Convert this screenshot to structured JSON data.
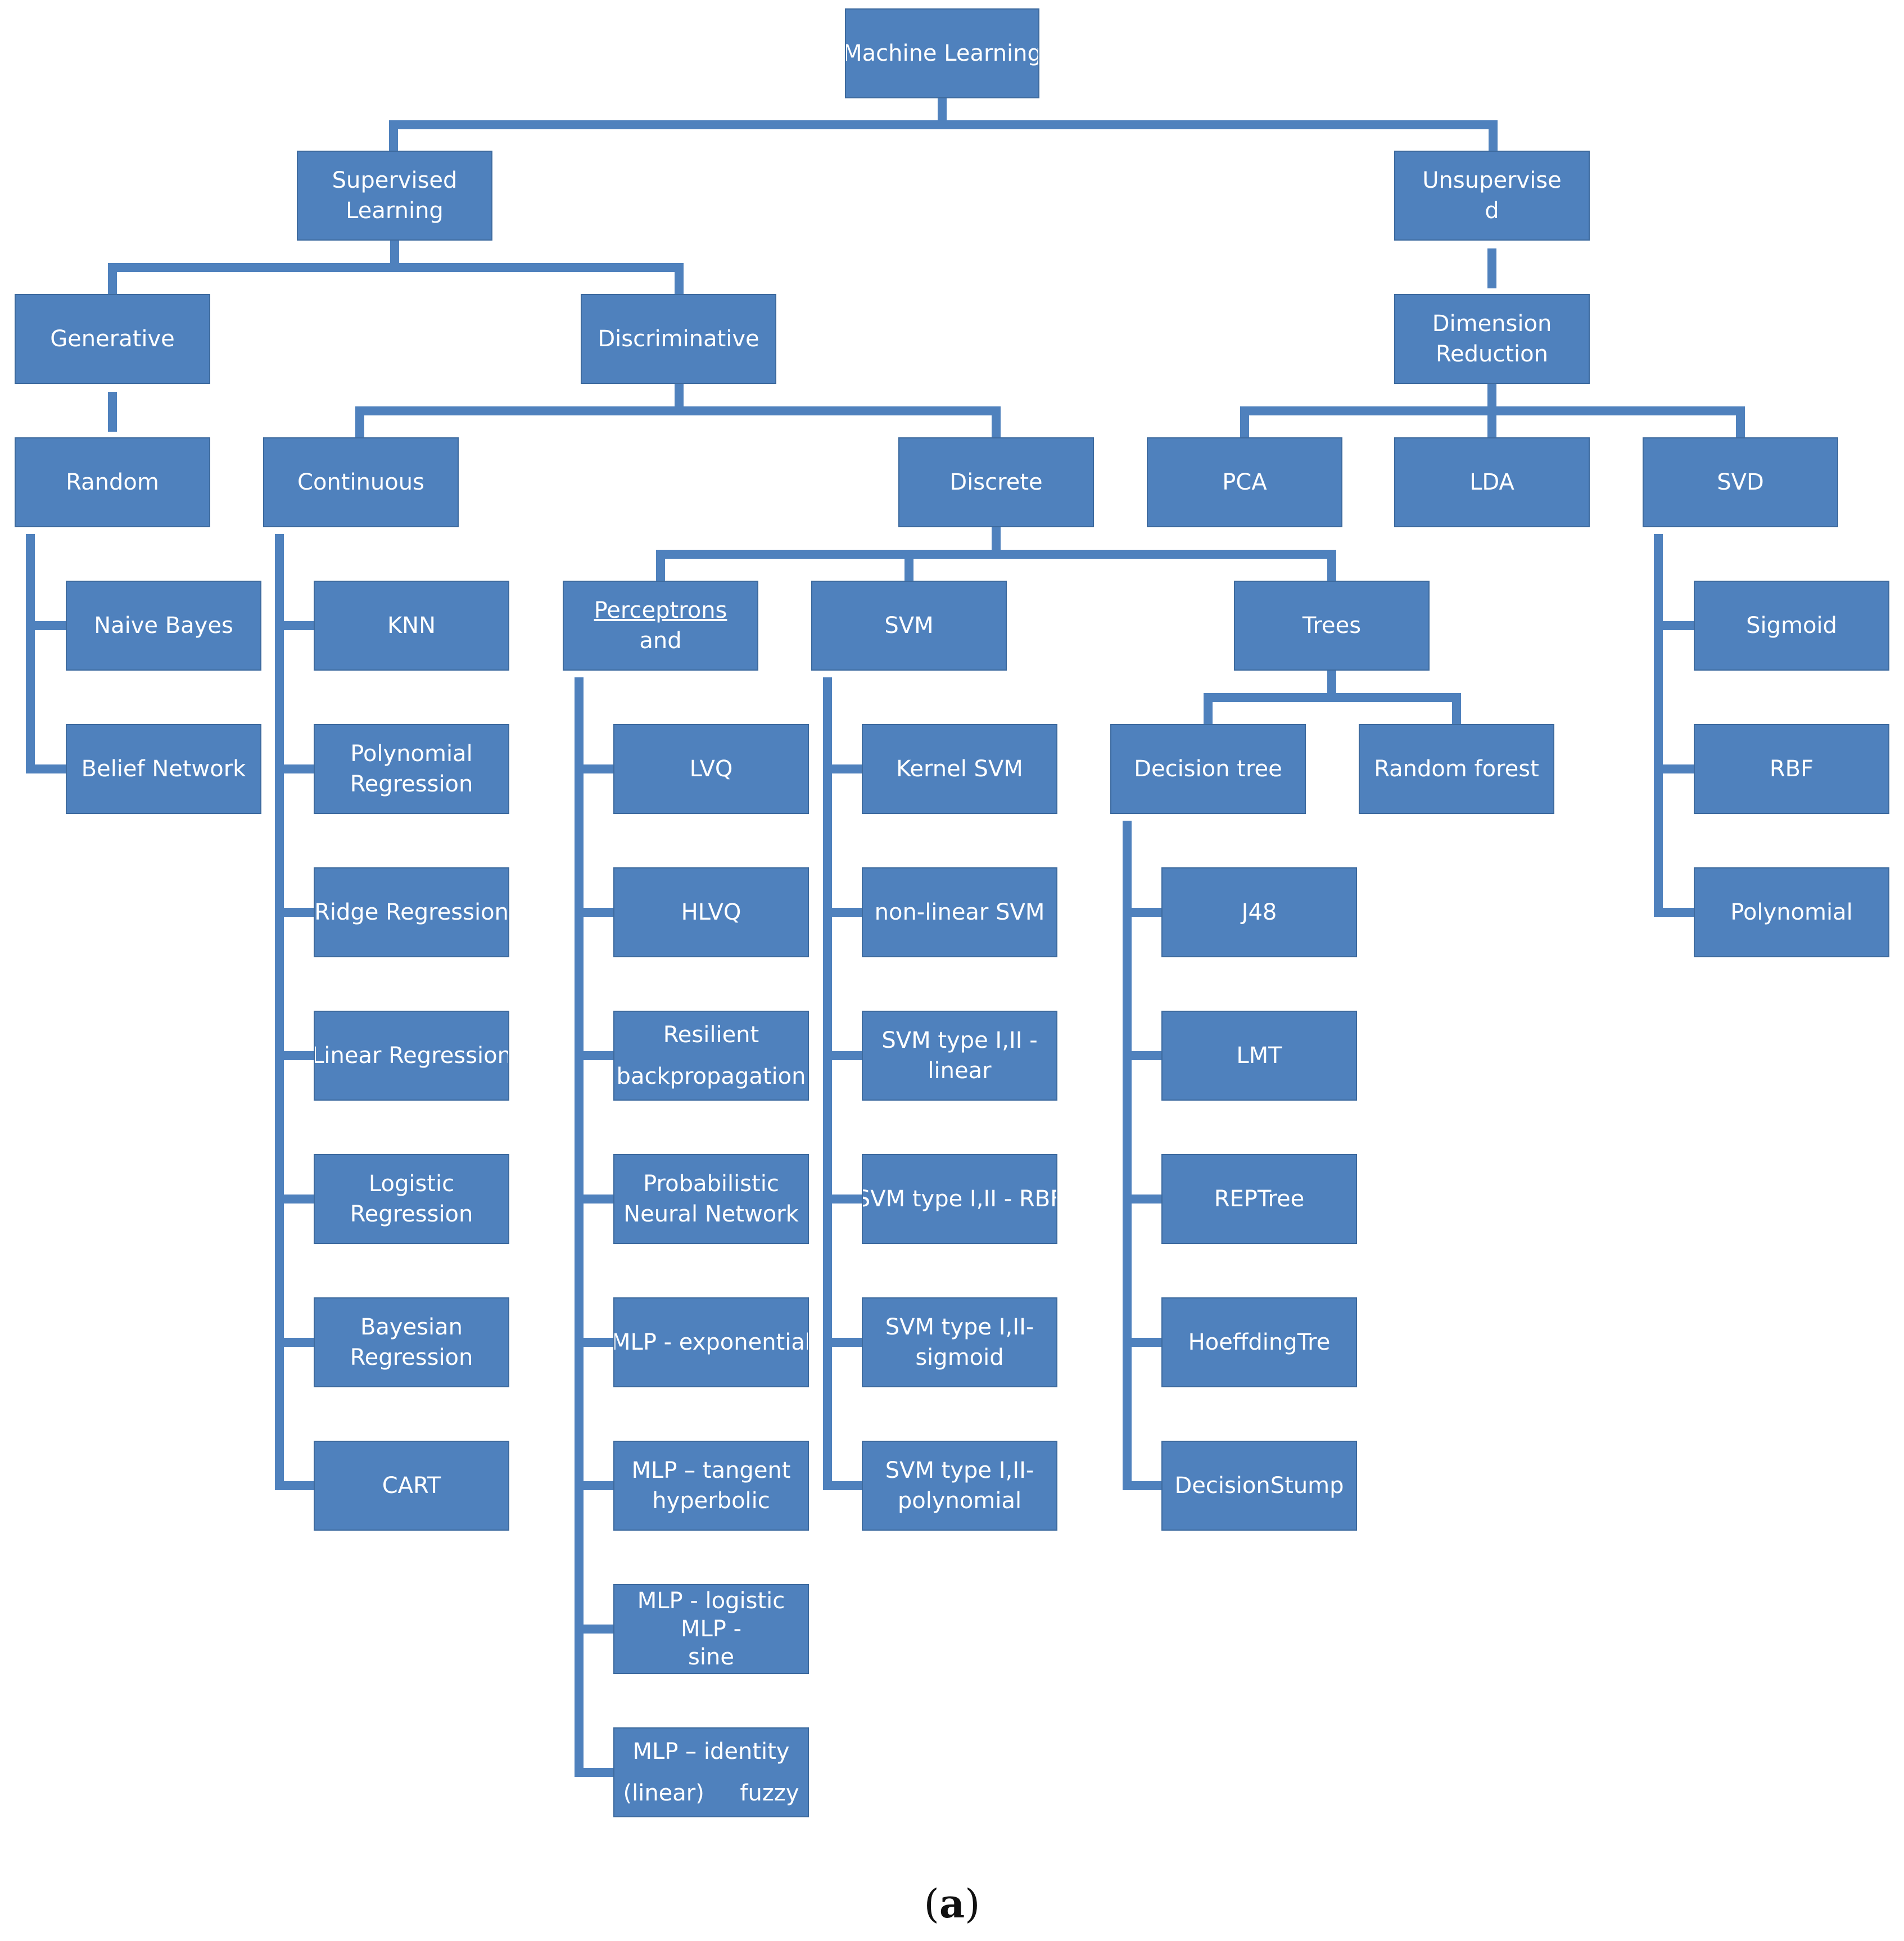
{
  "diagram": {
    "box_fill": "#4f81bd",
    "connector_color": "#4f81bd",
    "text_color": "#ffffff",
    "caption": {
      "open": "(",
      "letter": "a",
      "close": ")"
    },
    "root": "Machine Learning",
    "supervised": [
      "Supervised",
      "Learning"
    ],
    "unsupervised": [
      "Unsupervise",
      "d"
    ],
    "generative": "Generative",
    "discriminative": "Discriminative",
    "random": "Random",
    "continuous": "Continuous",
    "discrete": "Discrete",
    "dimension_reduction": [
      "Dimension",
      "Reduction"
    ],
    "pca": "PCA",
    "lda": "LDA",
    "svd": "SVD",
    "random_items": [
      "Naive Bayes",
      "Belief Network"
    ],
    "continuous_items": [
      [
        "KNN"
      ],
      [
        "Polynomial",
        "Regression"
      ],
      [
        "Ridge Regression"
      ],
      [
        "Linear Regression"
      ],
      [
        "Logistic",
        "Regression"
      ],
      [
        "Bayesian",
        "Regression"
      ],
      [
        "CART"
      ]
    ],
    "perceptrons": [
      "Perceptrons",
      "and"
    ],
    "svm": "SVM",
    "trees": "Trees",
    "perceptron_items": [
      [
        "LVQ"
      ],
      [
        "HLVQ"
      ],
      [
        "Resilient",
        "backpropagation"
      ],
      [
        "Probabilistic",
        "Neural Network"
      ],
      [
        "MLP - exponential"
      ],
      [
        "MLP – tangent",
        "hyperbolic"
      ],
      [
        "MLP - logistic",
        "MLP -",
        "sine"
      ],
      [
        "MLP – identity",
        "(linear)     fuzzy"
      ]
    ],
    "svm_items": [
      [
        "Kernel SVM"
      ],
      [
        "non-linear SVM"
      ],
      [
        "SVM type I,II -",
        "linear"
      ],
      [
        "SVM type I,II - RBF"
      ],
      [
        "SVM type I,II-",
        "sigmoid"
      ],
      [
        "SVM type I,II-",
        "polynomial"
      ]
    ],
    "decision_tree": "Decision tree",
    "random_forest": "Random forest",
    "decision_tree_items": [
      "J48",
      "LMT",
      "REPTree",
      "HoeffdingTre",
      "DecisionStump"
    ],
    "svd_items": [
      "Sigmoid",
      "RBF",
      "Polynomial"
    ]
  }
}
